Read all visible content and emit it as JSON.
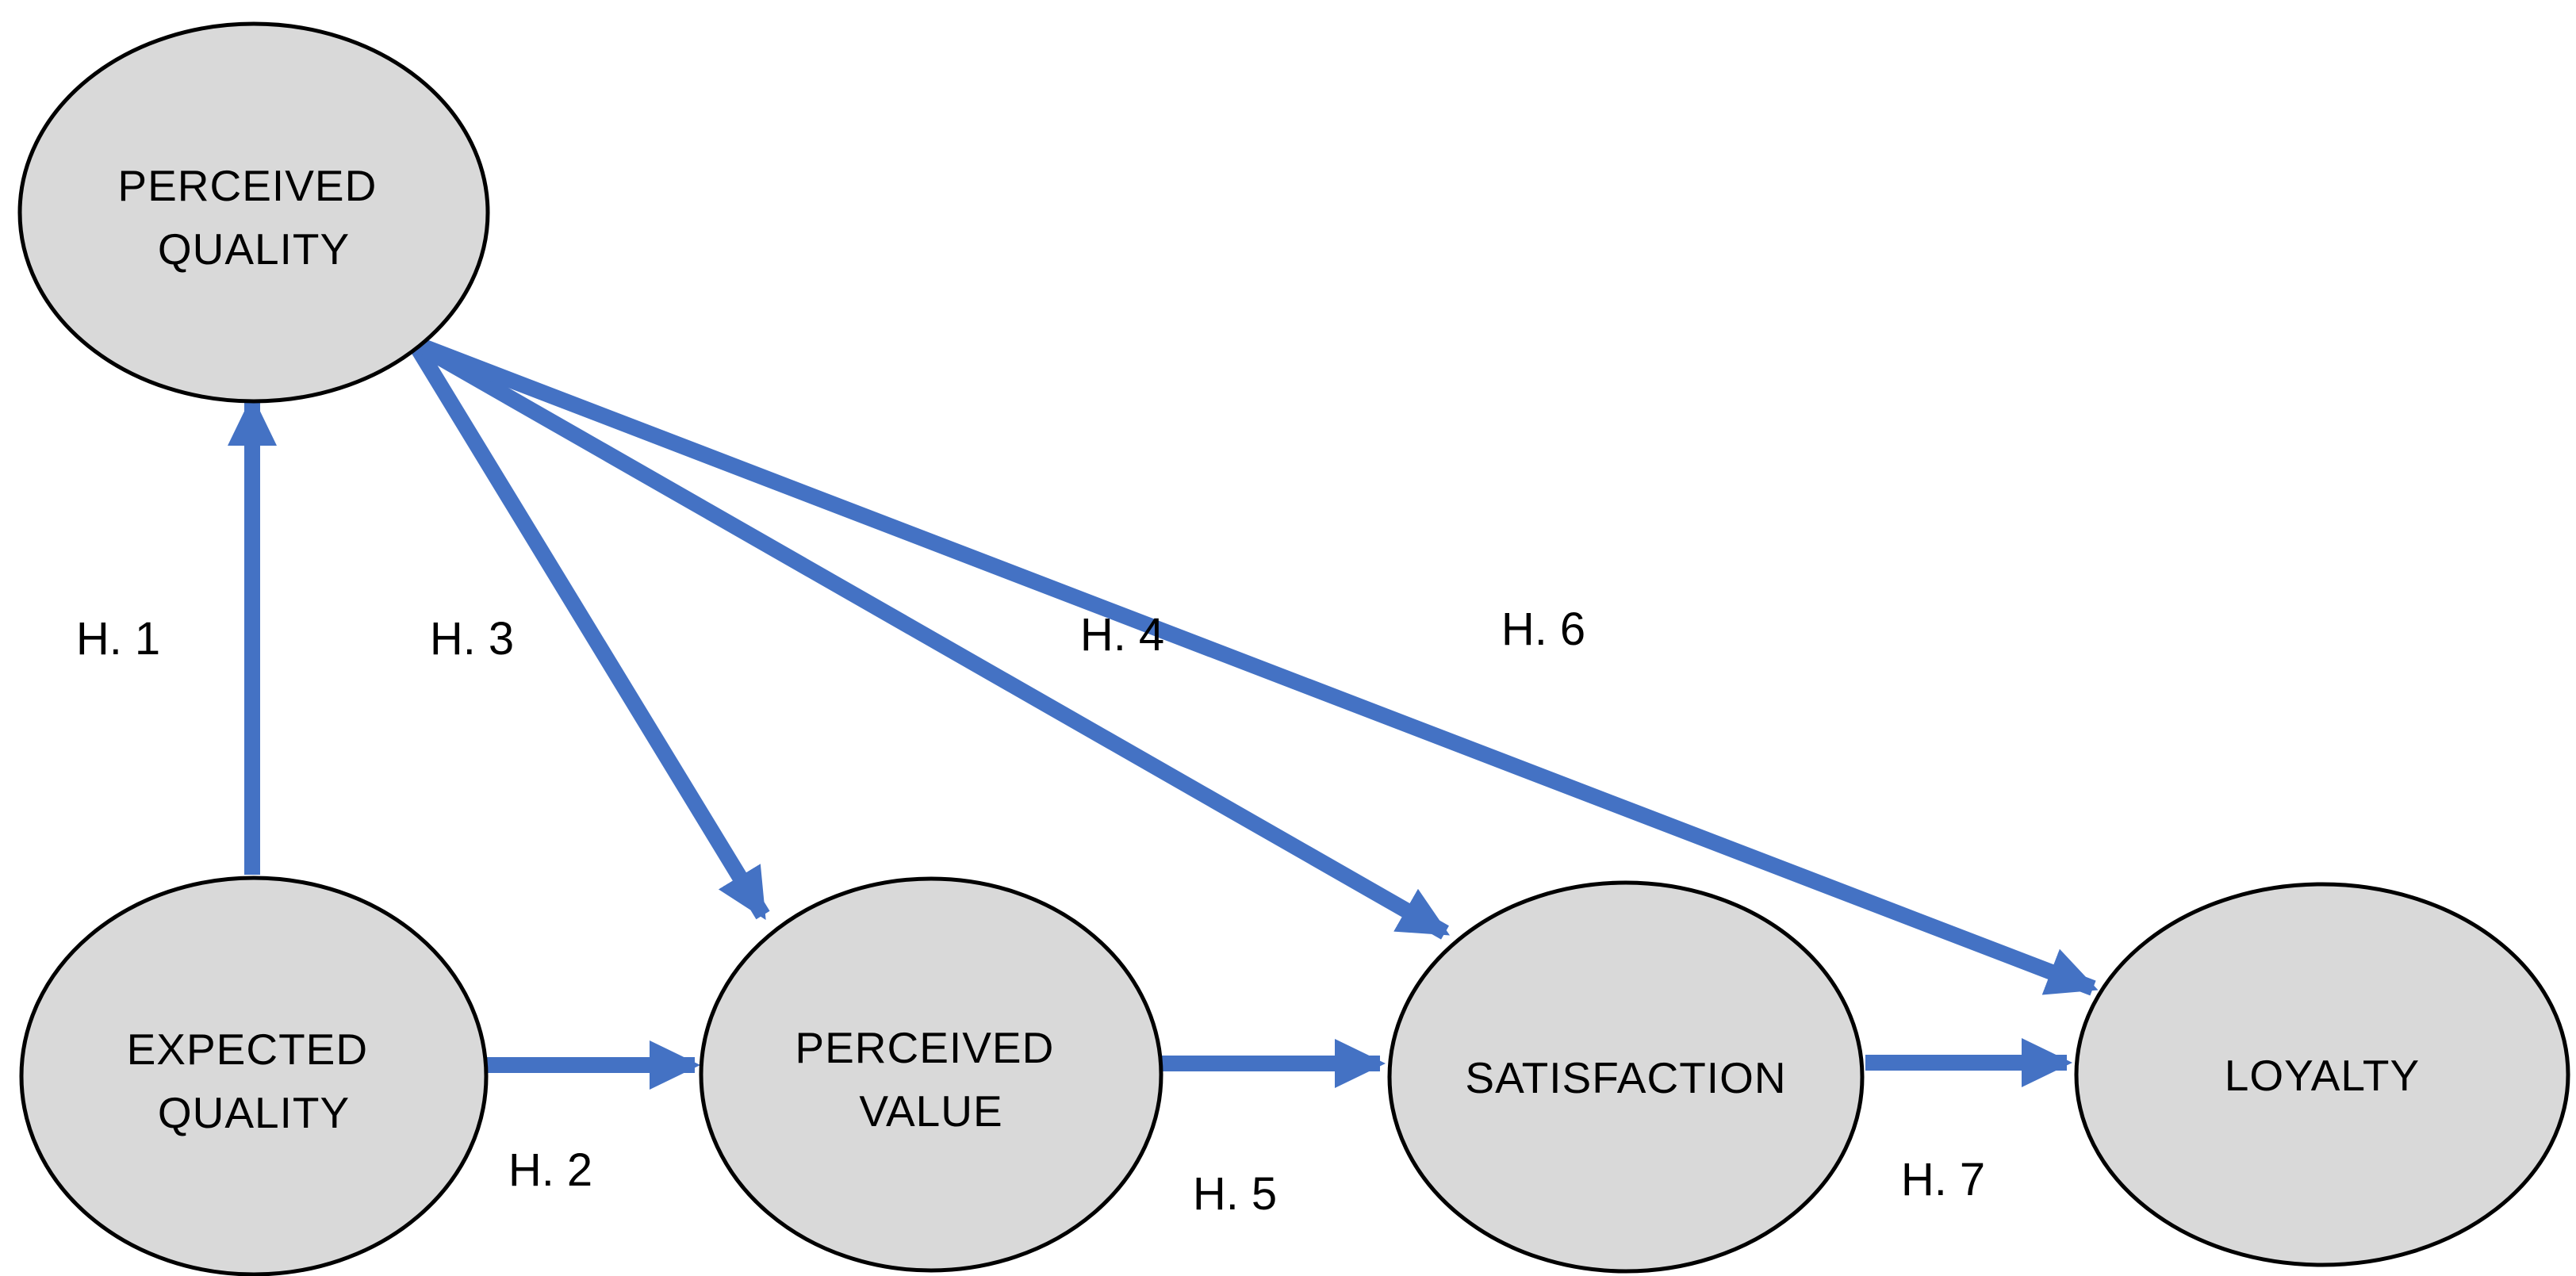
{
  "diagram": {
    "type": "path-model",
    "colors": {
      "background": "#ffffff",
      "node_fill": "#d9d9d9",
      "node_stroke": "#000000",
      "arrow": "#4472c4",
      "text": "#000000"
    },
    "nodes": [
      {
        "id": "perceived-quality",
        "lines": [
          "PERCEIVED",
          "QUALITY"
        ]
      },
      {
        "id": "expected-quality",
        "lines": [
          "EXPECTED",
          "QUALITY"
        ]
      },
      {
        "id": "perceived-value",
        "lines": [
          "PERCEIVED",
          "VALUE"
        ]
      },
      {
        "id": "satisfaction",
        "lines": [
          "SATISFACTION"
        ]
      },
      {
        "id": "loyalty",
        "lines": [
          "LOYALTY"
        ]
      }
    ],
    "edges": [
      {
        "id": "h1",
        "label": "H. 1",
        "from": "expected-quality",
        "to": "perceived-quality"
      },
      {
        "id": "h2",
        "label": "H. 2",
        "from": "expected-quality",
        "to": "perceived-value"
      },
      {
        "id": "h3",
        "label": "H. 3",
        "from": "perceived-quality",
        "to": "perceived-value"
      },
      {
        "id": "h4",
        "label": "H. 4",
        "from": "perceived-quality",
        "to": "satisfaction"
      },
      {
        "id": "h5",
        "label": "H. 5",
        "from": "perceived-value",
        "to": "satisfaction"
      },
      {
        "id": "h6",
        "label": "H. 6",
        "from": "perceived-quality",
        "to": "loyalty"
      },
      {
        "id": "h7",
        "label": "H. 7",
        "from": "satisfaction",
        "to": "loyalty"
      }
    ]
  }
}
